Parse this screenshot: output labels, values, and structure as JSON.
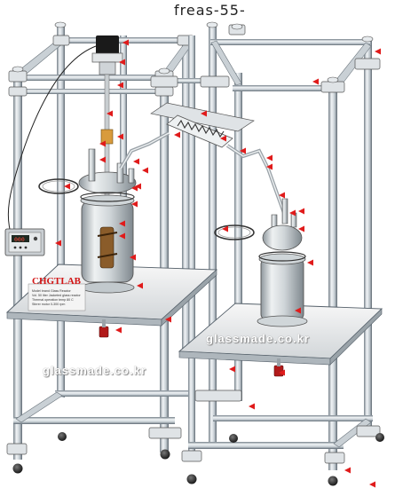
{
  "title": "freas-55-",
  "brand_label": "CHGTLAB",
  "nameplate_lines": [
    "Model brand Glass Reactor",
    "Vol. 50 liter Jacketed glass reactor",
    "Thermal operation temp 80 C",
    "Stirrer motor 0-300 rpm"
  ],
  "watermarks": [
    "glassmade.co.kr",
    "glassmade.co.kr"
  ],
  "controller_display": "000",
  "colors": {
    "frame": "#c4ccd2",
    "frame_dark": "#56616a",
    "glass": "#d6dcdf",
    "pointer": "#e01b1b",
    "brand": "#d21414"
  },
  "pointer_count": 40
}
